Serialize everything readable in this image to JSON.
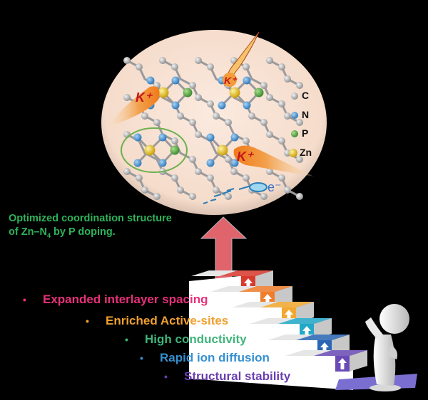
{
  "figure": {
    "caption_line1": "Optimized coordination structure",
    "caption_line2_prefix": "of Zn–N",
    "caption_subscript": "4",
    "caption_line2_suffix": " by P doping.",
    "caption_color": "#2fb35a",
    "legend": [
      {
        "symbol": "C",
        "color": "#a9a9ab"
      },
      {
        "symbol": "N",
        "color": "#3b8fd4"
      },
      {
        "symbol": "P",
        "color": "#4ea53a"
      },
      {
        "symbol": "Zn",
        "color": "#e8c012"
      }
    ],
    "ion_labels": [
      "K⁺",
      "K⁺",
      "K⁺"
    ],
    "electron_label": "e⁻",
    "benefits": [
      {
        "text": "Expanded interlayer spacing",
        "color": "#e8307a"
      },
      {
        "text": "Enriched Active-sites",
        "color": "#f0a030"
      },
      {
        "text": "High conductivity",
        "color": "#3fb47a"
      },
      {
        "text": "Rapid ion diffusion",
        "color": "#3590d0"
      },
      {
        "text": "Structural stability",
        "color": "#6a3fb0"
      }
    ],
    "bullet_glyph": "•",
    "step_colors": [
      "#d93a2e",
      "#ef7e2c",
      "#f2a830",
      "#22a8c8",
      "#2a66b5",
      "#6a4bb5"
    ],
    "arrow_color": "#e0646c",
    "ellipse_fill": "#f8e4d6"
  }
}
